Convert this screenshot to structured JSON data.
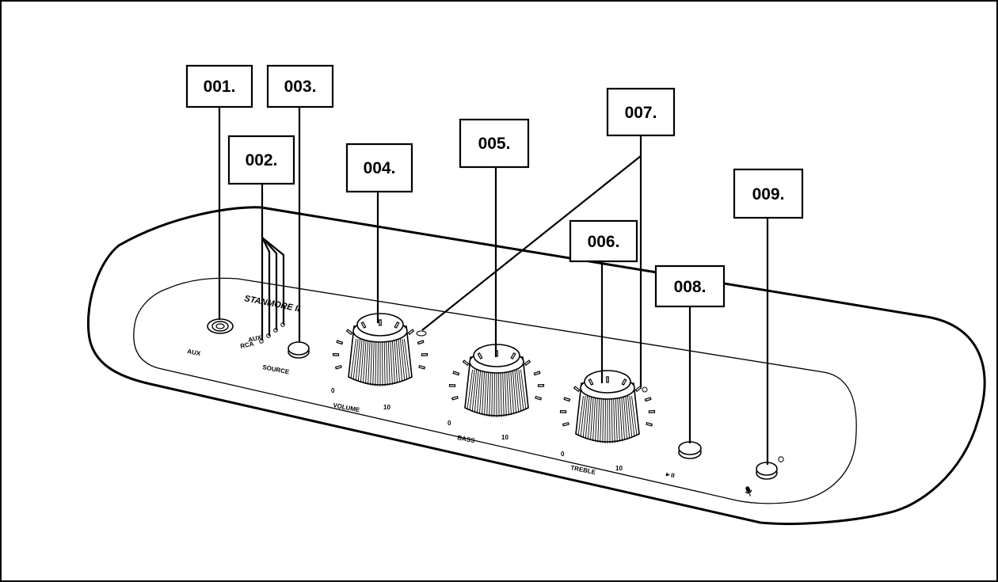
{
  "product": {
    "brand_name": "STANMORE II"
  },
  "panel_labels": {
    "aux": "AUX",
    "source": "SOURCE",
    "source_aux": "AUX",
    "source_rca": "RCA",
    "volume": "VOLUME",
    "bass": "BASS",
    "treble": "TREBLE",
    "scale_min": "0",
    "scale_max": "10",
    "play_pause_symbol": "►II"
  },
  "callouts": [
    {
      "id": "001",
      "label": "001."
    },
    {
      "id": "002",
      "label": "002."
    },
    {
      "id": "003",
      "label": "003."
    },
    {
      "id": "004",
      "label": "004."
    },
    {
      "id": "005",
      "label": "005."
    },
    {
      "id": "006",
      "label": "006."
    },
    {
      "id": "007",
      "label": "007."
    },
    {
      "id": "008",
      "label": "008."
    },
    {
      "id": "009",
      "label": "009."
    }
  ],
  "icons": {
    "microphone": "microphone-icon",
    "play_pause": "play-pause-icon"
  }
}
